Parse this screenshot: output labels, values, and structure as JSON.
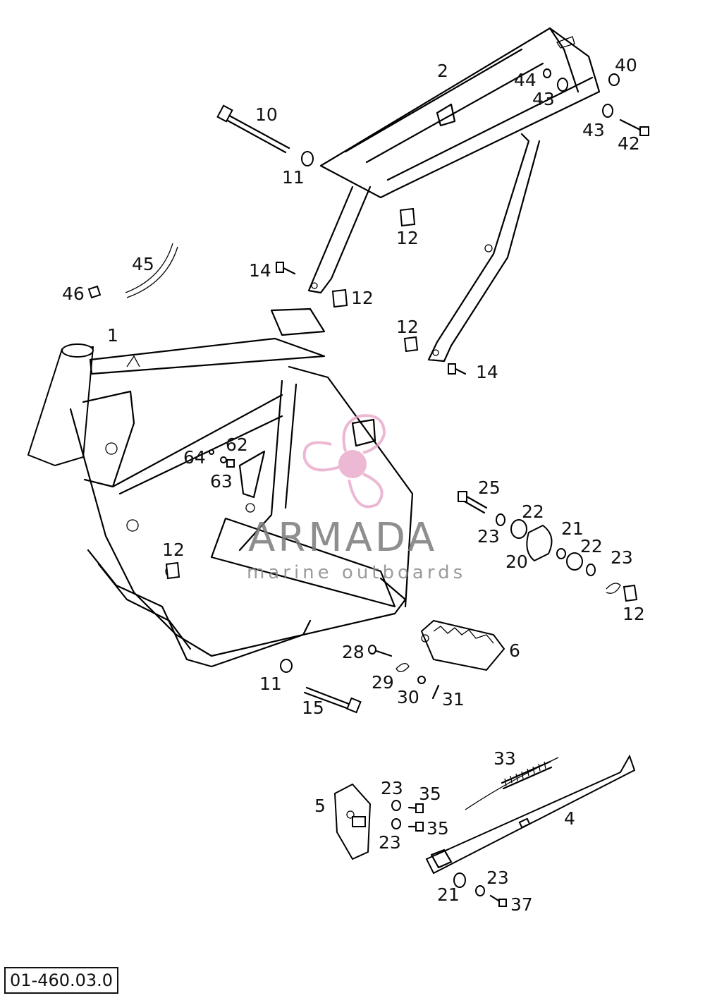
{
  "diagram": {
    "reference_code": "01-460.03.0",
    "callouts": [
      "1",
      "2",
      "4",
      "5",
      "6",
      "10",
      "11",
      "11",
      "12",
      "12",
      "12",
      "12",
      "12",
      "14",
      "14",
      "15",
      "20",
      "21",
      "21",
      "22",
      "22",
      "23",
      "23",
      "23",
      "23",
      "23",
      "25",
      "28",
      "29",
      "30",
      "31",
      "33",
      "35",
      "35",
      "37",
      "40",
      "42",
      "43",
      "43",
      "44",
      "45",
      "46",
      "62",
      "63",
      "64"
    ]
  },
  "watermark": {
    "brand": "ARMADA",
    "tagline": "marine outboards",
    "color": "#e6a1c5"
  }
}
